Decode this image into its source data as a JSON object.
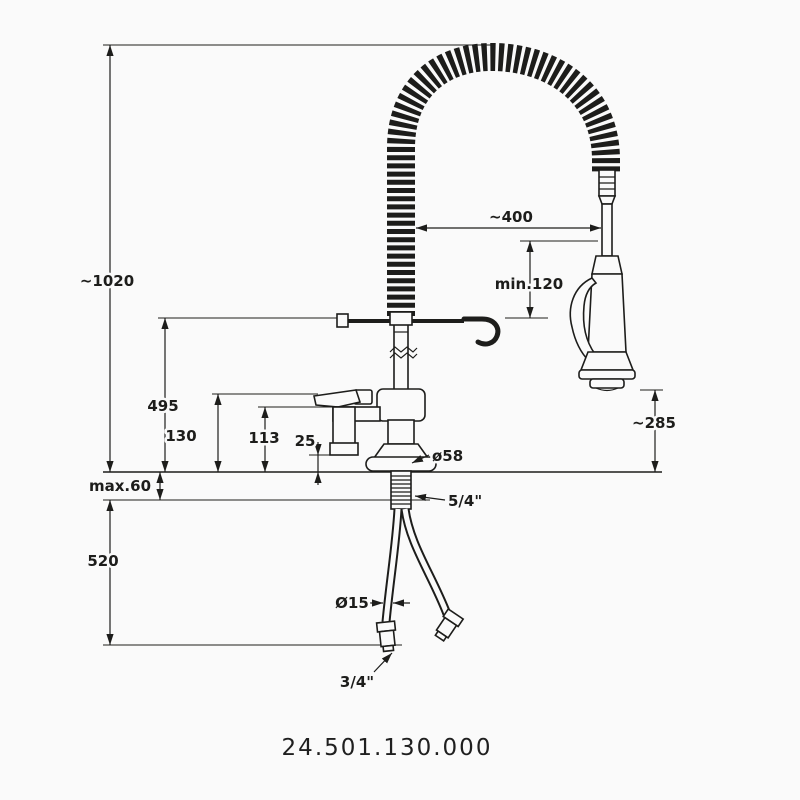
{
  "product_code": "24.501.130.000",
  "colors": {
    "line": "#1d1d1b",
    "background": "#fafafa"
  },
  "labels": {
    "total_height": "~1020",
    "hose_reach": "~400",
    "min_clearance": "min.120",
    "bracket_height": "495",
    "lever_height": "130",
    "spout_height": "113",
    "outlet_height": "25",
    "flange_diameter": "ø58",
    "counter_thickness": "max.60",
    "thread_size": "5/4\"",
    "under_counter_length": "520",
    "hose_diameter": "Ø15",
    "connector_size": "3/4\"",
    "spray_head_height": "~285"
  }
}
